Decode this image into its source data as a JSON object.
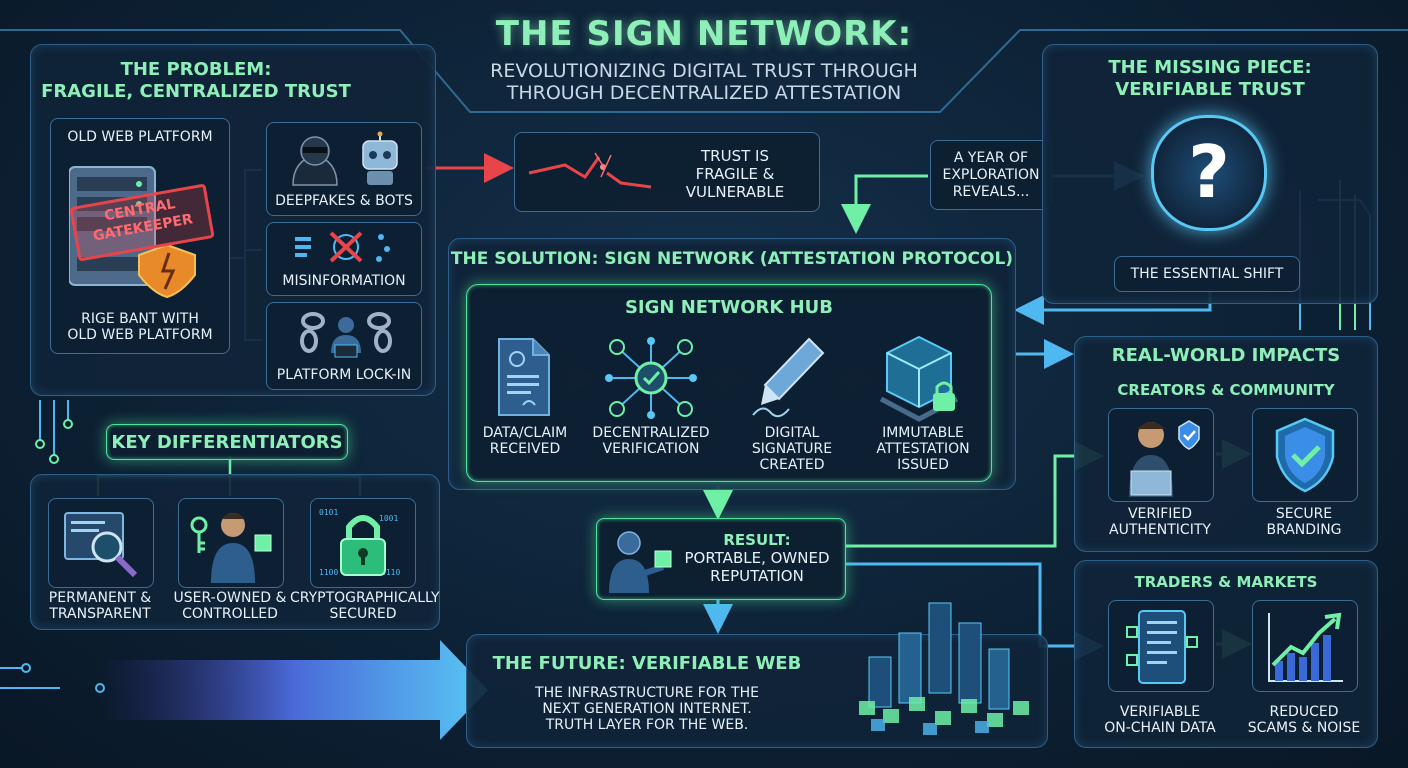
{
  "header": {
    "title": "THE SIGN NETWORK:",
    "subtitle_line1": "REVOLUTIONIZING DIGITAL TRUST THROUGH",
    "subtitle_line2": "THROUGH DECENTRALIZED ATTESTATION"
  },
  "problem": {
    "title_line1": "THE PROBLEM:",
    "title_line2": "FRAGILE, CENTRALIZED TRUST",
    "platform_label": "OLD WEB PLATFORM",
    "gatekeeper_line1": "CENTRAL",
    "gatekeeper_line2": "GATEKEEPER",
    "caption_line1": "RIGE BANT WITH",
    "caption_line2": "OLD WEB PLATFORM",
    "issues": [
      {
        "label": "DEEPFAKES & BOTS"
      },
      {
        "label": "MISINFORMATION"
      },
      {
        "label": "PLATFORM LOCK-IN"
      }
    ]
  },
  "trust_fragile": {
    "line1": "TRUST IS",
    "line2": "FRAGILE &",
    "line3": "VULNERABLE"
  },
  "exploration": {
    "line1": "A YEAR OF",
    "line2": "EXPLORATION",
    "line3": "REVEALS..."
  },
  "missing_piece": {
    "title_line1": "THE MISSING PIECE:",
    "title_line2": "VERIFIABLE TRUST",
    "symbol": "?",
    "shift_label": "THE ESSENTIAL SHIFT"
  },
  "solution": {
    "title": "THE SOLUTION: SIGN NETWORK (ATTESTATION PROTOCOL)",
    "hub_title": "SIGN NETWORK HUB",
    "steps": [
      {
        "line1": "DATA/CLAIM",
        "line2": "RECEIVED",
        "line3": ""
      },
      {
        "line1": "DECENTRALIZED",
        "line2": "VERIFICATION",
        "line3": ""
      },
      {
        "line1": "DIGITAL",
        "line2": "SIGNATURE",
        "line3": "CREATED"
      },
      {
        "line1": "IMMUTABLE",
        "line2": "ATTESTATION",
        "line3": "ISSUED"
      }
    ]
  },
  "result": {
    "line1": "RESULT:",
    "line2": "PORTABLE, OWNED",
    "line3": "REPUTATION"
  },
  "differentiators": {
    "title": "KEY DIFFERENTIATORS",
    "items": [
      {
        "line1": "PERMANENT &",
        "line2": "TRANSPARENT"
      },
      {
        "line1": "USER-OWNED &",
        "line2": "CONTROLLED"
      },
      {
        "line1": "CRYPTOGRAPHICALLY",
        "line2": "SECURED"
      }
    ]
  },
  "future": {
    "title": "THE FUTURE: VERIFIABLE WEB",
    "line1": "THE INFRASTRUCTURE FOR THE",
    "line2": "NEXT GENERATION INTERNET.",
    "line3": "TRUTH LAYER FOR THE WEB."
  },
  "impacts": {
    "title": "REAL-WORLD IMPACTS",
    "creators": {
      "title": "CREATORS & COMMUNITY",
      "items": [
        {
          "line1": "VERIFIED",
          "line2": "AUTHENTICITY"
        },
        {
          "line1": "SECURE",
          "line2": "BRANDING"
        }
      ]
    },
    "traders": {
      "title": "TRADERS & MARKETS",
      "items": [
        {
          "line1": "VERIFIABLE",
          "line2": "ON-CHAIN DATA"
        },
        {
          "line1": "REDUCED",
          "line2": "SCAMS & NOISE"
        }
      ]
    }
  },
  "colors": {
    "accent_green": "#8ef0b8",
    "accent_blue": "#4fb8f0",
    "alert_red": "#e8454a",
    "panel_bg": "#102438"
  }
}
